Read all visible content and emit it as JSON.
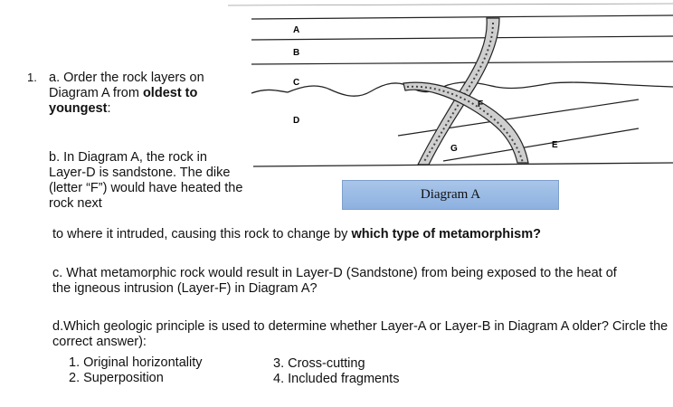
{
  "question": {
    "number": "1.",
    "a_prefix": "a. Order the rock layers on Diagram A from ",
    "a_bold": "oldest to youngest",
    "a_suffix": ":",
    "b_text": "b. In Diagram A, the rock in Layer-D is sandstone. The dike (letter “F”) would have heated the rock next",
    "b_cont_prefix": "to where it intruded, causing this rock to change by ",
    "b_cont_bold": "which type of metamorphism?",
    "c_text": "c. What metamorphic rock would result in Layer-D (Sandstone) from being exposed to the heat of the igneous intrusion (Layer-F) in Diagram A?",
    "d_text": "d.Which geologic principle is used to determine whether Layer-A or Layer-B in Diagram A older? Circle the correct answer):",
    "options": [
      "1.  Original horizontality",
      "2.  Superposition",
      "3.  Cross-cutting",
      "4.  Included fragments"
    ]
  },
  "diagram": {
    "caption": "Diagram A",
    "labels": {
      "A": "A",
      "B": "B",
      "C": "C",
      "D": "D",
      "E": "E",
      "F": "F",
      "G": "G"
    }
  }
}
